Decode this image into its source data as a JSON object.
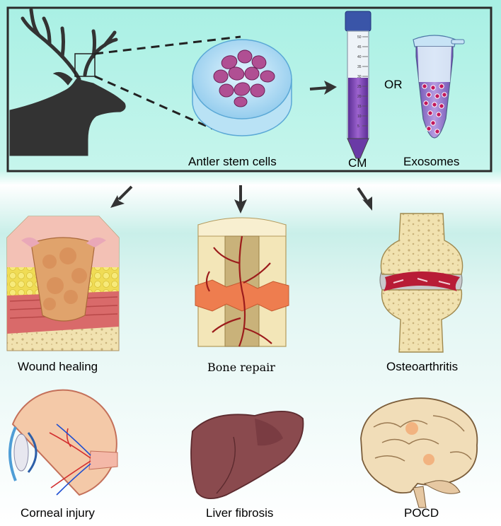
{
  "top_panel": {
    "source_label": "Antler stem cells",
    "or_label": "OR",
    "cm_label": "CM",
    "exosomes_label": "Exosomes",
    "tube_scale": [
      "50",
      "45",
      "40",
      "35",
      "30",
      "25",
      "20",
      "15",
      "10",
      "5"
    ]
  },
  "applications": [
    {
      "label": "Wound healing"
    },
    {
      "label": "Bone repair"
    },
    {
      "label": "Osteoarthritis"
    },
    {
      "label": "Corneal injury"
    },
    {
      "label": "Liver fibrosis"
    },
    {
      "label": "POCD"
    }
  ],
  "colors": {
    "frame": "#2b2b2b",
    "deer": "#333333",
    "cell": "#b04f93",
    "cm_liquid": "#7a44b0",
    "bone": "#f3e6b8",
    "blood": "#c0202e",
    "liver": "#8a4a4e"
  }
}
